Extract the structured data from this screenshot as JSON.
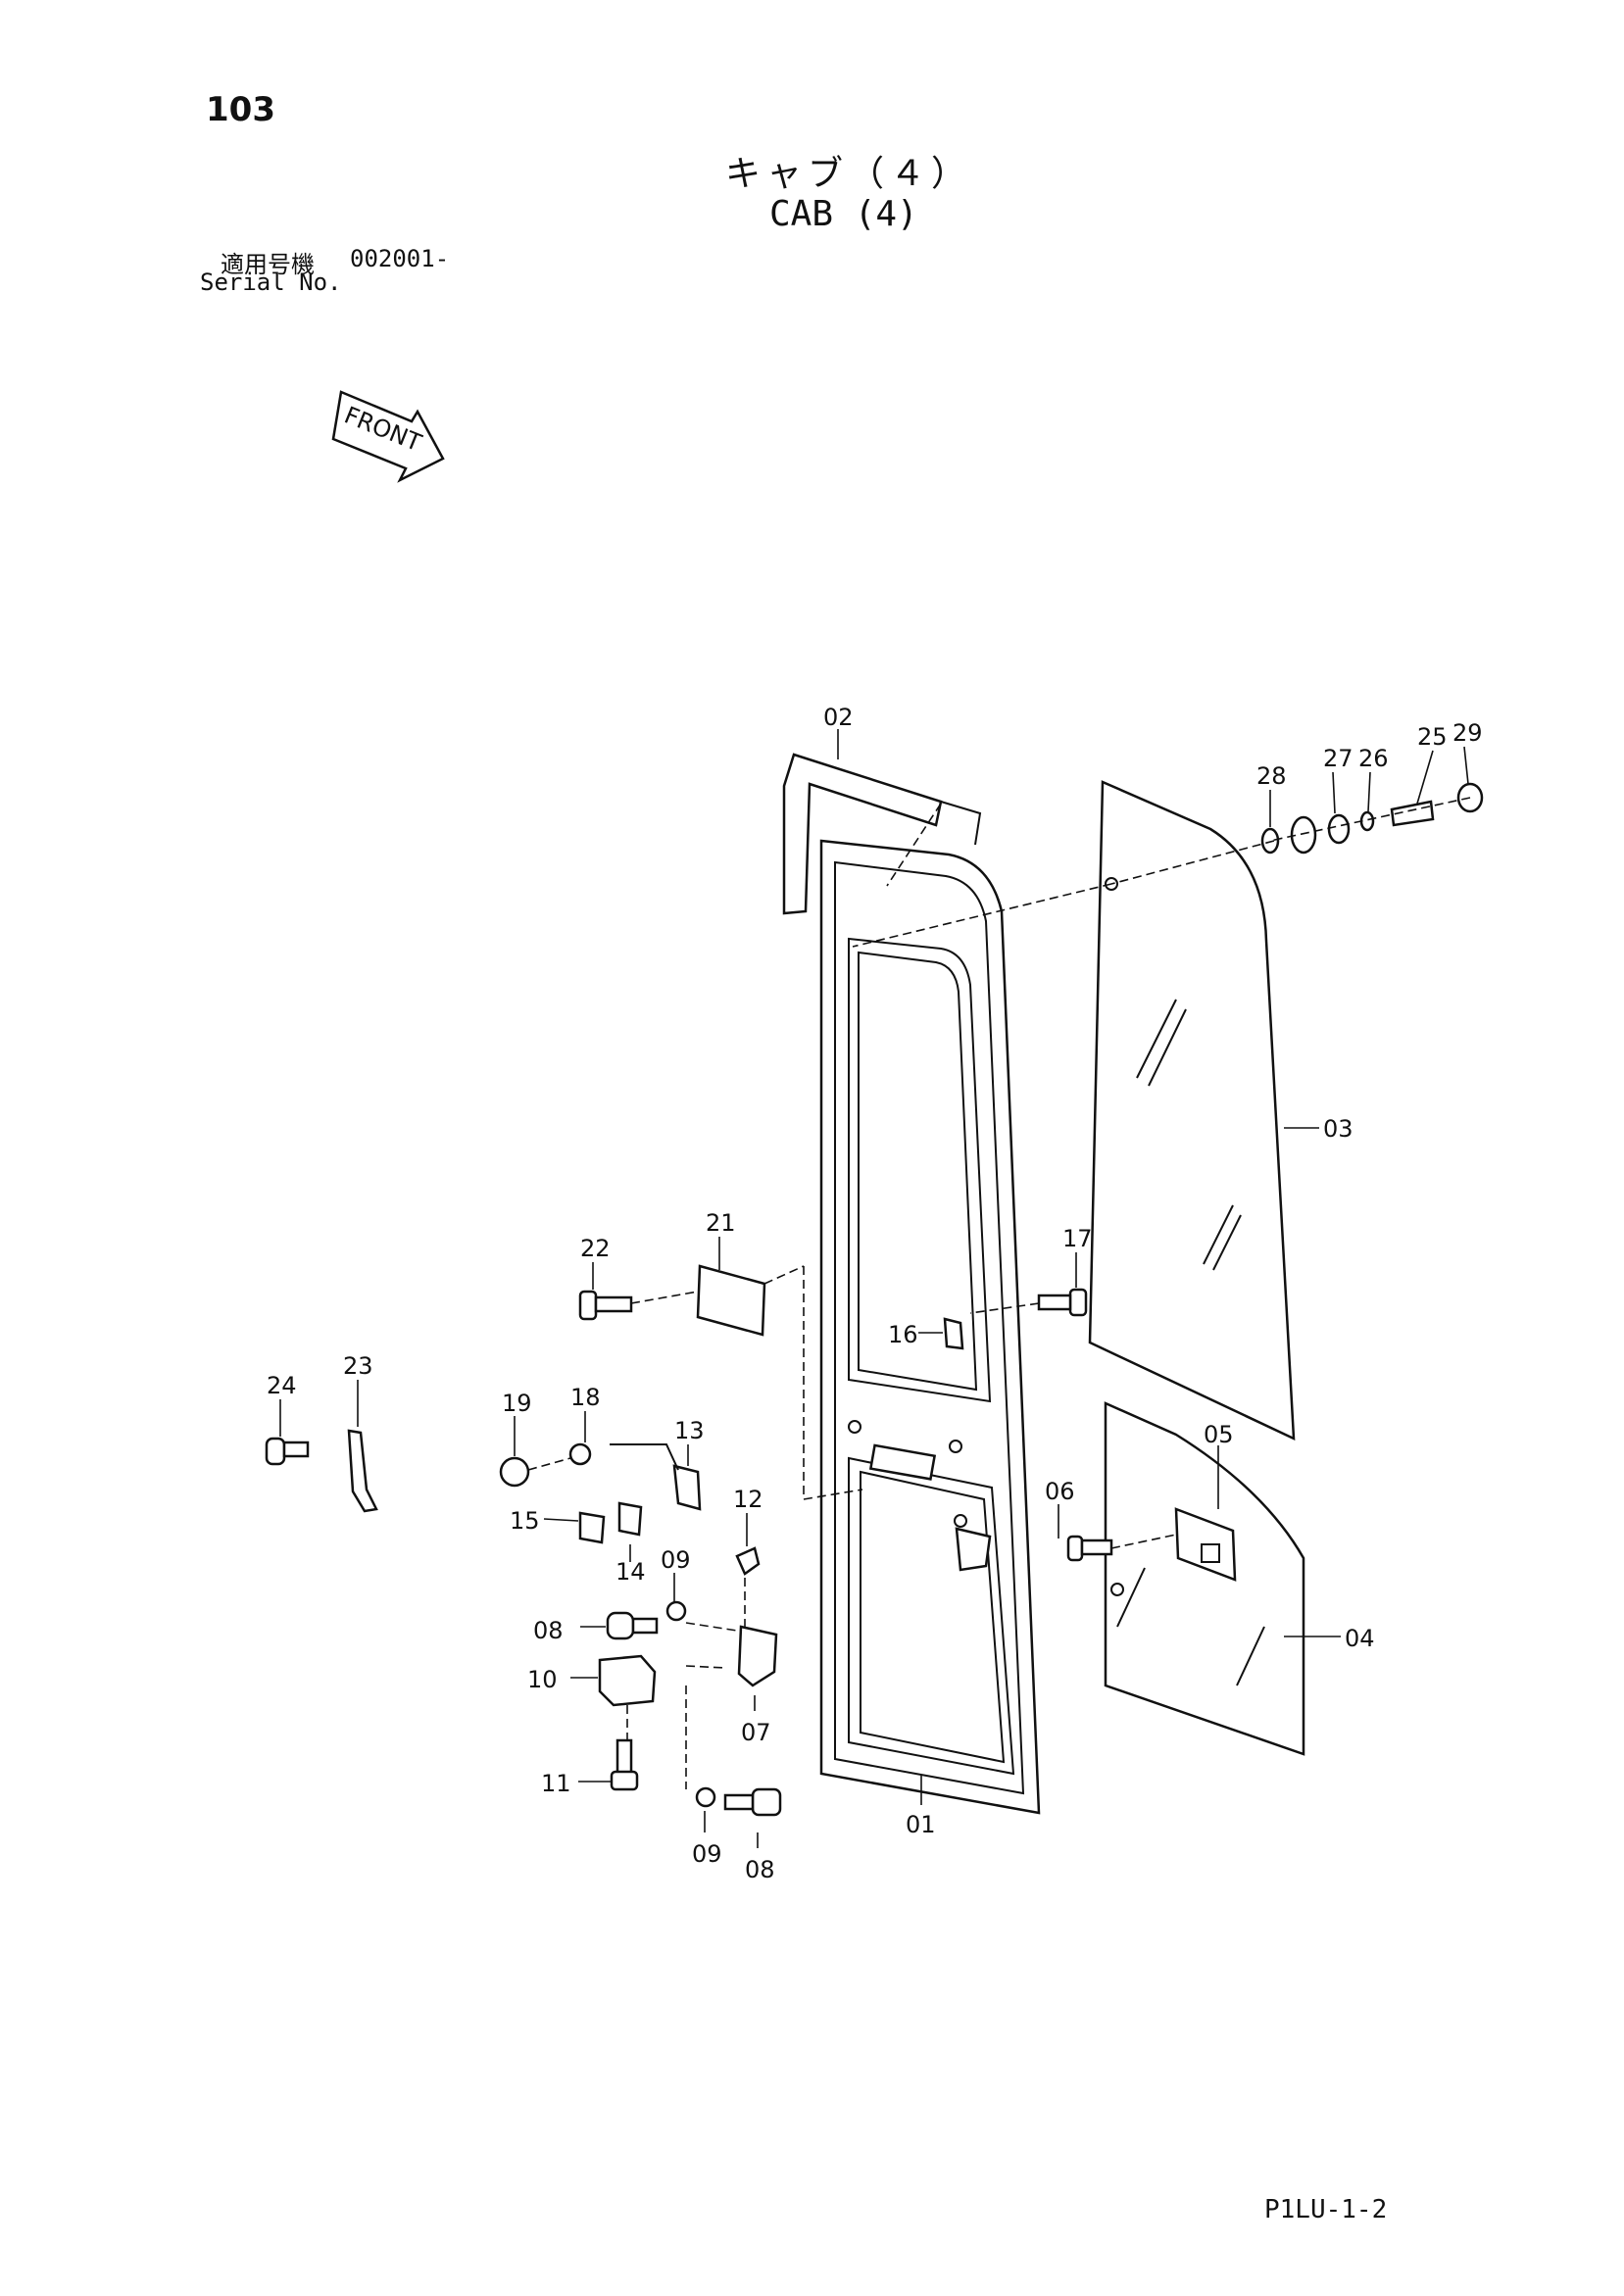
{
  "header": {
    "page_number": "103",
    "title_ja": "キャブ（４）",
    "title_en": "CAB (4)",
    "serial_label_ja": "適用号機",
    "serial_value": "002001-",
    "serial_label_en": "Serial No."
  },
  "front_arrow_label": "FRONT",
  "callouts": {
    "c01": "01",
    "c02": "02",
    "c03": "03",
    "c04": "04",
    "c05": "05",
    "c06": "06",
    "c07": "07",
    "c08a": "08",
    "c08b": "08",
    "c09a": "09",
    "c09b": "09",
    "c10": "10",
    "c11": "11",
    "c12": "12",
    "c13": "13",
    "c14": "14",
    "c15": "15",
    "c16": "16",
    "c17": "17",
    "c18": "18",
    "c19": "19",
    "c21": "21",
    "c22": "22",
    "c23": "23",
    "c24": "24",
    "c25": "25",
    "c26": "26",
    "c27": "27",
    "c28": "28",
    "c29": "29"
  },
  "footer": {
    "doc_code": "P1LU-1-2"
  }
}
